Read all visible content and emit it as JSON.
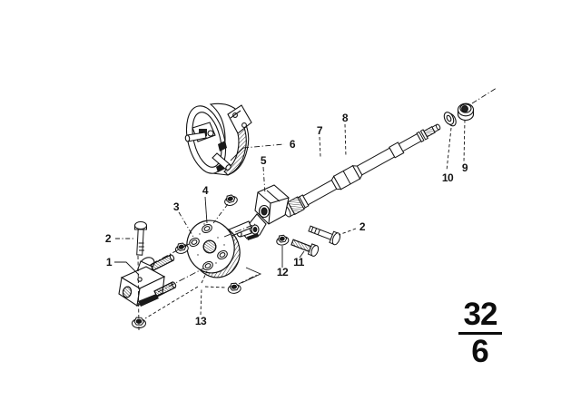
{
  "page": {
    "kind": "exploded-parts-diagram",
    "subject": "steering column / steering shaft assembly",
    "paper_color": "#ffffff",
    "ink_color": "#141414"
  },
  "diagram": {
    "labels": [
      {
        "part": "1",
        "text": "1"
      },
      {
        "part": "2",
        "text": "2"
      },
      {
        "part": "3",
        "text": "3"
      },
      {
        "part": "4",
        "text": "4"
      },
      {
        "part": "5",
        "text": "5"
      },
      {
        "part": "6",
        "text": "6"
      },
      {
        "part": "7",
        "text": "7"
      },
      {
        "part": "8",
        "text": "8"
      },
      {
        "part": "9",
        "text": "9"
      },
      {
        "part": "10",
        "text": "10"
      },
      {
        "part": "11",
        "text": "11"
      },
      {
        "part": "12",
        "text": "12"
      },
      {
        "part": "13",
        "text": "13"
      },
      {
        "part": "2",
        "text": "2"
      }
    ],
    "section_code": {
      "numerator": "32",
      "denominator": "6"
    }
  }
}
